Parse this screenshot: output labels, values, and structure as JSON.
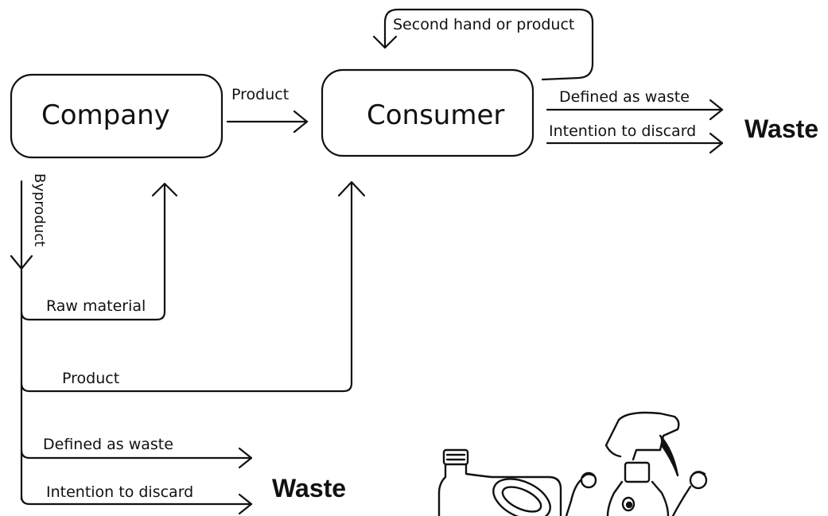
{
  "nodes": {
    "company": "Company",
    "consumer": "Consumer"
  },
  "edges": {
    "company_to_consumer": "Product",
    "consumer_loop": "Second hand or product",
    "consumer_defined_waste": "Defined as waste",
    "consumer_intention_discard": "Intention to discard",
    "byproduct": "Byproduct",
    "raw_material": "Raw material",
    "byproduct_product": "Product",
    "byproduct_defined_waste": "Defined as waste",
    "byproduct_intention_discard": "Intention to discard"
  },
  "outcomes": {
    "waste_consumer": "Waste",
    "waste_byproduct": "Waste"
  },
  "illustration": {
    "icon": "waste-containers-cartoon-icon"
  }
}
